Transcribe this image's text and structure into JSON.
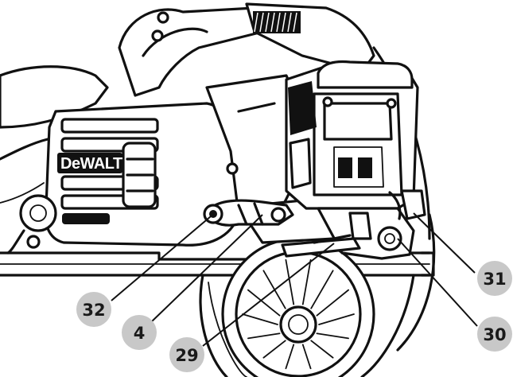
{
  "brand": {
    "logo_text": "DeWALT"
  },
  "callouts": [
    {
      "id": "31",
      "label": "31"
    },
    {
      "id": "30",
      "label": "30"
    },
    {
      "id": "32",
      "label": "32"
    },
    {
      "id": "4",
      "label": "4"
    },
    {
      "id": "29",
      "label": "29"
    }
  ],
  "colors": {
    "ink": "#111111",
    "paper": "#ffffff",
    "callout_fill": "#c8c8c8"
  }
}
